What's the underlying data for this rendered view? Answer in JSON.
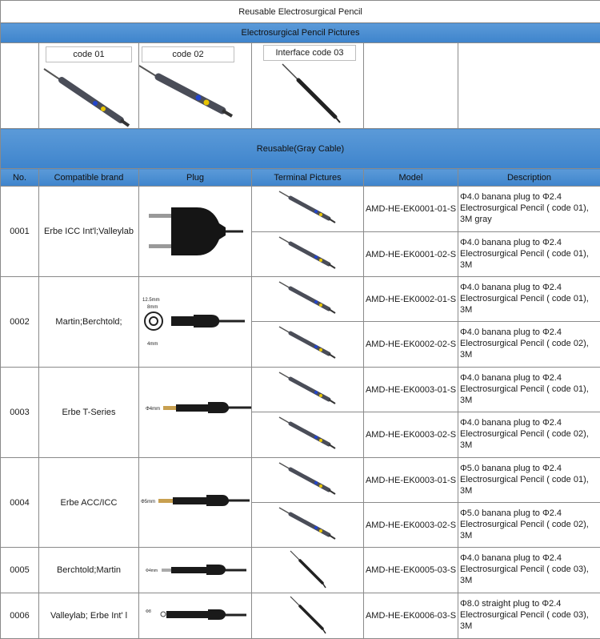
{
  "page_title": "Reusable Electrosurgical Pencil",
  "pictures_header": "Electrosurgical Pencil  Pictures",
  "picture_codes": [
    "code 01",
    "code 02",
    "Interface code 03"
  ],
  "section_header": "Reusable(Gray Cable)",
  "columns": [
    "No.",
    "Compatible brand",
    "Plug",
    "Terminal Pictures",
    "Model",
    "Description"
  ],
  "plug_labels": {
    "p2_a": "12.5mm",
    "p2_b": "8mm",
    "p2_c": "4mm",
    "p3": "Φ4mm",
    "p4": "Φ5mm",
    "p5": "Φ4mm",
    "p6": "Φ8"
  },
  "groups": [
    {
      "no": "0001",
      "brand": "Erbe ICC Int'l;Valleylab",
      "rows": [
        {
          "model": "AMD-HE-EK0001-01-S",
          "description": "Φ4.0 banana plug to Φ2.4 Electrosurgical Pencil ( code 01), 3M gray"
        },
        {
          "model": "AMD-HE-EK0001-02-S",
          "description": "Φ4.0 banana plug to Φ2.4 Electrosurgical Pencil ( code 01), 3M"
        }
      ]
    },
    {
      "no": "0002",
      "brand": "Martin;Berchtold;",
      "rows": [
        {
          "model": "AMD-HE-EK0002-01-S",
          "description": "Φ4.0 banana plug to Φ2.4 Electrosurgical Pencil ( code 01), 3M"
        },
        {
          "model": "AMD-HE-EK0002-02-S",
          "description": "Φ4.0 banana plug to Φ2.4 Electrosurgical Pencil ( code 02), 3M"
        }
      ]
    },
    {
      "no": "0003",
      "brand": "Erbe T-Series",
      "rows": [
        {
          "model": "AMD-HE-EK0003-01-S",
          "description": "Φ4.0 banana plug to Φ2.4 Electrosurgical Pencil ( code 01), 3M"
        },
        {
          "model": "AMD-HE-EK0003-02-S",
          "description": "Φ4.0 banana plug to Φ2.4 Electrosurgical Pencil ( code 02), 3M"
        }
      ]
    },
    {
      "no": "0004",
      "brand": "Erbe ACC/ICC",
      "rows": [
        {
          "model": "AMD-HE-EK0003-01-S",
          "description": "Φ5.0 banana plug to Φ2.4 Electrosurgical Pencil ( code 01), 3M"
        },
        {
          "model": "AMD-HE-EK0003-02-S",
          "description": "Φ5.0 banana plug to Φ2.4 Electrosurgical Pencil ( code 02), 3M"
        }
      ]
    },
    {
      "no": "0005",
      "brand": "Berchtold;Martin",
      "rows": [
        {
          "model": "AMD-HE-EK0005-03-S",
          "description": "Φ4.0 banana plug to Φ2.4 Electrosurgical Pencil ( code 03), 3M"
        }
      ]
    },
    {
      "no": "0006",
      "brand": "Valleylab; Erbe Int' l",
      "rows": [
        {
          "model": "AMD-HE-EK0006-03-S",
          "description": "Φ8.0 straight plug to Φ2.4 Electrosurgical Pencil ( code 03), 3M"
        }
      ]
    }
  ]
}
